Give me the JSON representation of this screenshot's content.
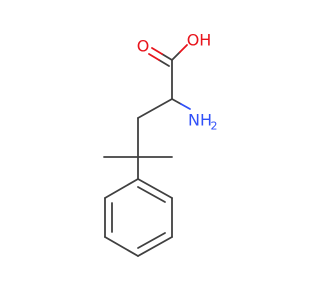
{
  "molecule": {
    "atoms": {
      "o_carbonyl": "O",
      "o_hydroxyl": "OH",
      "n_amino": "NH",
      "n_amino_h2": "2"
    },
    "colors": {
      "bond": "#404040",
      "oxygen": "#e8141c",
      "nitrogen": "#3050f8"
    }
  }
}
